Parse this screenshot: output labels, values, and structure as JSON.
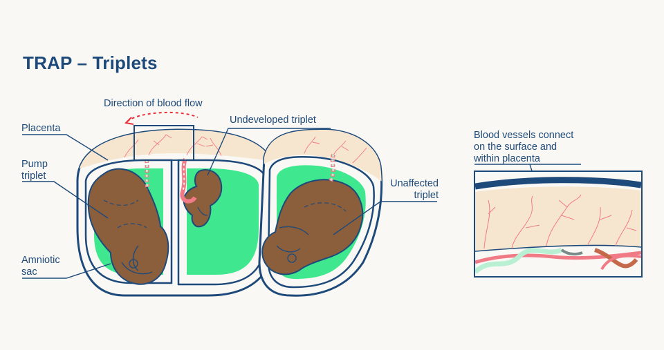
{
  "title": "TRAP – Triplets",
  "labels": {
    "flow": "Direction of blood flow",
    "undeveloped": "Undeveloped triplet",
    "placenta": "Placenta",
    "pump_line1": "Pump",
    "pump_line2": "triplet",
    "amniotic_line1": "Amniotic",
    "amniotic_line2": "sac",
    "unaffected_line1": "Unaffected",
    "unaffected_line2": "triplet",
    "inset_line1": "Blood vessels connect",
    "inset_line2": "on the surface and",
    "inset_line3": "within placenta"
  },
  "colors": {
    "navy": "#1d4a7a",
    "amniotic_green": "#3fe88f",
    "fetus_brown": "#8b5e3c",
    "placenta_cream": "#f7e6cf",
    "artery_pink": "#f07b86",
    "vein_mint": "#b9f0d4",
    "flow_arrow_red": "#e8303c"
  }
}
